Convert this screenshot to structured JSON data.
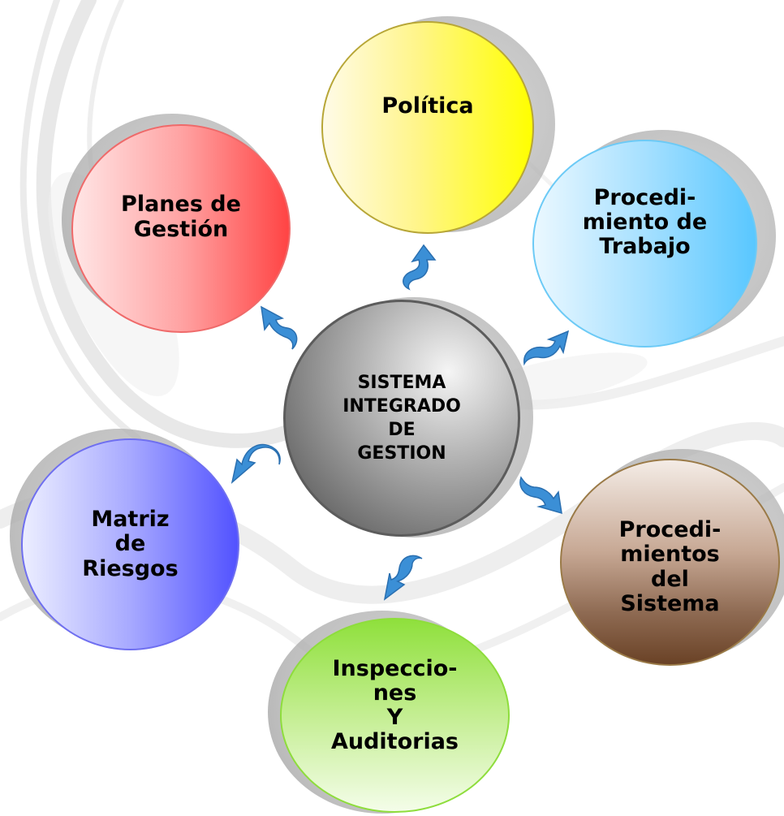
{
  "title": "",
  "center": {
    "label": "SISTEMA\nINTEGRADO\nDE\nGESTION"
  },
  "nodes": {
    "politica": {
      "label": "Política"
    },
    "planes": {
      "label": "Planes de\nGestión"
    },
    "proc_trabajo": {
      "label": "Procedi-\nmiento de\nTrabajo"
    },
    "matriz": {
      "label": "Matriz\nde\nRiesgos"
    },
    "proc_sistema": {
      "label": "Procedi-\nmientos\ndel\nSistema"
    },
    "inspecciones": {
      "label": "Inspeccio-\nnes\nY\nAuditorias"
    }
  },
  "colors": {
    "politica": "#ffff00",
    "planes": "#ff4444",
    "proc_trabajo": "#59c7ff",
    "center": "#7d7d7d",
    "matriz": "#5252ff",
    "proc_sistema": "#6a4226",
    "inspecciones": "#8fe03c",
    "arrow": "#3b8fd6"
  },
  "icons": {
    "connector": "curved-arrow-icon"
  }
}
